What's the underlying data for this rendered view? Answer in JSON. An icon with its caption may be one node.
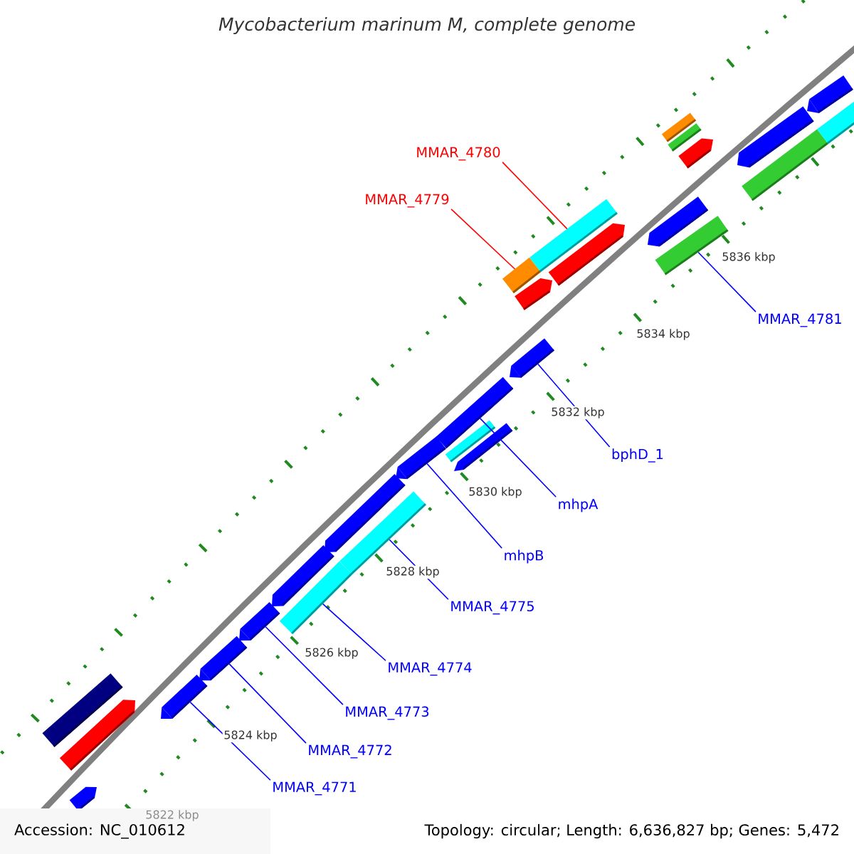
{
  "diagram": {
    "title": "Mycobacterium marinum M, complete genome",
    "nodes": [
      {
        "text": [
          "MMAR_4780"
        ]
      },
      {
        "text": [
          "MMAR_4779"
        ]
      },
      {
        "text": [
          "MMAR_4781"
        ]
      },
      {
        "text": [
          "bphD_1"
        ]
      },
      {
        "text": [
          "mhpA"
        ]
      },
      {
        "text": [
          "mhpB"
        ]
      },
      {
        "text": [
          "MMAR_4775"
        ]
      },
      {
        "text": [
          "MMAR_4774"
        ]
      },
      {
        "text": [
          "MMAR_4773"
        ]
      },
      {
        "text": [
          "MMAR_4772"
        ]
      },
      {
        "text": [
          "MMAR_4771"
        ]
      },
      {
        "text": [],
        "shape": "bar"
      },
      {
        "text": [],
        "shape": "bar"
      },
      {
        "text": [],
        "shape": "bar"
      },
      {
        "text": [],
        "shape": "bar"
      },
      {
        "text": [],
        "shape": "bar"
      },
      {
        "text": [],
        "shape": "bar"
      },
      {
        "text": [],
        "shape": "bar"
      },
      {
        "text": [],
        "shape": "bar"
      },
      {
        "text": [],
        "shape": "bar"
      },
      {
        "text": [],
        "shape": "bar"
      },
      {
        "text": [],
        "shape": "bar"
      },
      {
        "text": [],
        "shape": "bar"
      }
    ],
    "edges": [
      {
        "from": 0,
        "to": 20,
        "arrow": "none",
        "color": "#ff0000"
      },
      {
        "from": 1,
        "to": 18,
        "arrow": "none",
        "color": "#ff0000"
      },
      {
        "from": 2,
        "to": 21,
        "arrow": "none"
      },
      {
        "from": 3,
        "to": 19,
        "arrow": "none"
      },
      {
        "from": 4,
        "to": 17,
        "arrow": "none"
      },
      {
        "from": 5,
        "to": 16,
        "arrow": "none"
      },
      {
        "from": 6,
        "to": 15,
        "arrow": "none"
      },
      {
        "from": 7,
        "to": 14,
        "arrow": "none"
      },
      {
        "from": 8,
        "to": 13,
        "arrow": "none"
      },
      {
        "from": 9,
        "to": 12,
        "arrow": "none"
      },
      {
        "from": 10,
        "to": 11,
        "arrow": "none"
      }
    ],
    "labels": [
      "5836 kbp",
      "5834 kbp",
      "5832 kbp",
      "5830 kbp",
      "5828 kbp",
      "5826 kbp",
      "5824 kbp",
      "5822 kbp",
      "Accession: NC_010612",
      "Topology: circular; Length: 6,636,827 bp; Genes: 5,472"
    ]
  }
}
